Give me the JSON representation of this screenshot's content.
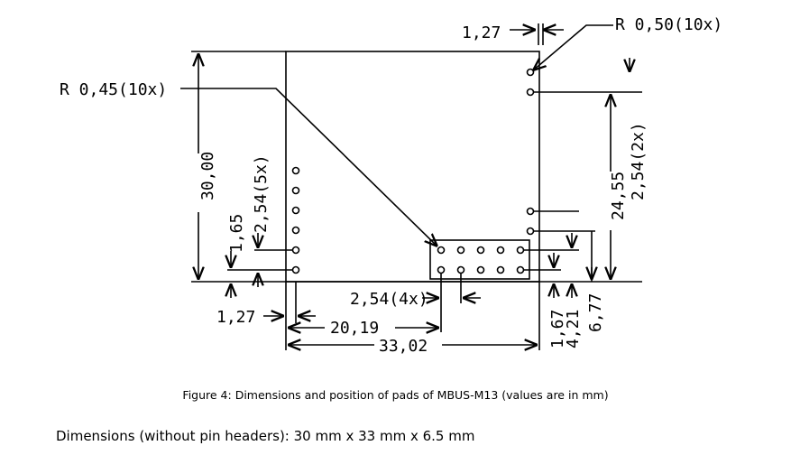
{
  "diagram": {
    "labels": {
      "radius_top": "R 0,50(10x)",
      "radius_left": "R 0,45(10x)",
      "pitch_top": "1,27",
      "height_left": "30,00",
      "pitch_left_col": "2,54(5x)",
      "offset_left_col": "1,65",
      "offset_bottom_left": "1,27",
      "pitch_bottom_row": "2,54(4x)",
      "dist_20": "20,19",
      "width_total": "33,02",
      "right_vertical": "24,55",
      "right_pitch": "2,54(2x)",
      "bottom_167": "1,67",
      "bottom_421": "4,21",
      "bottom_677": "6,77"
    }
  },
  "caption": "Figure 4: Dimensions and position of pads of MBUS-M13 (values are in mm)",
  "footnote": "Dimensions (without pin headers): 30 mm x 33 mm x 6.5 mm"
}
